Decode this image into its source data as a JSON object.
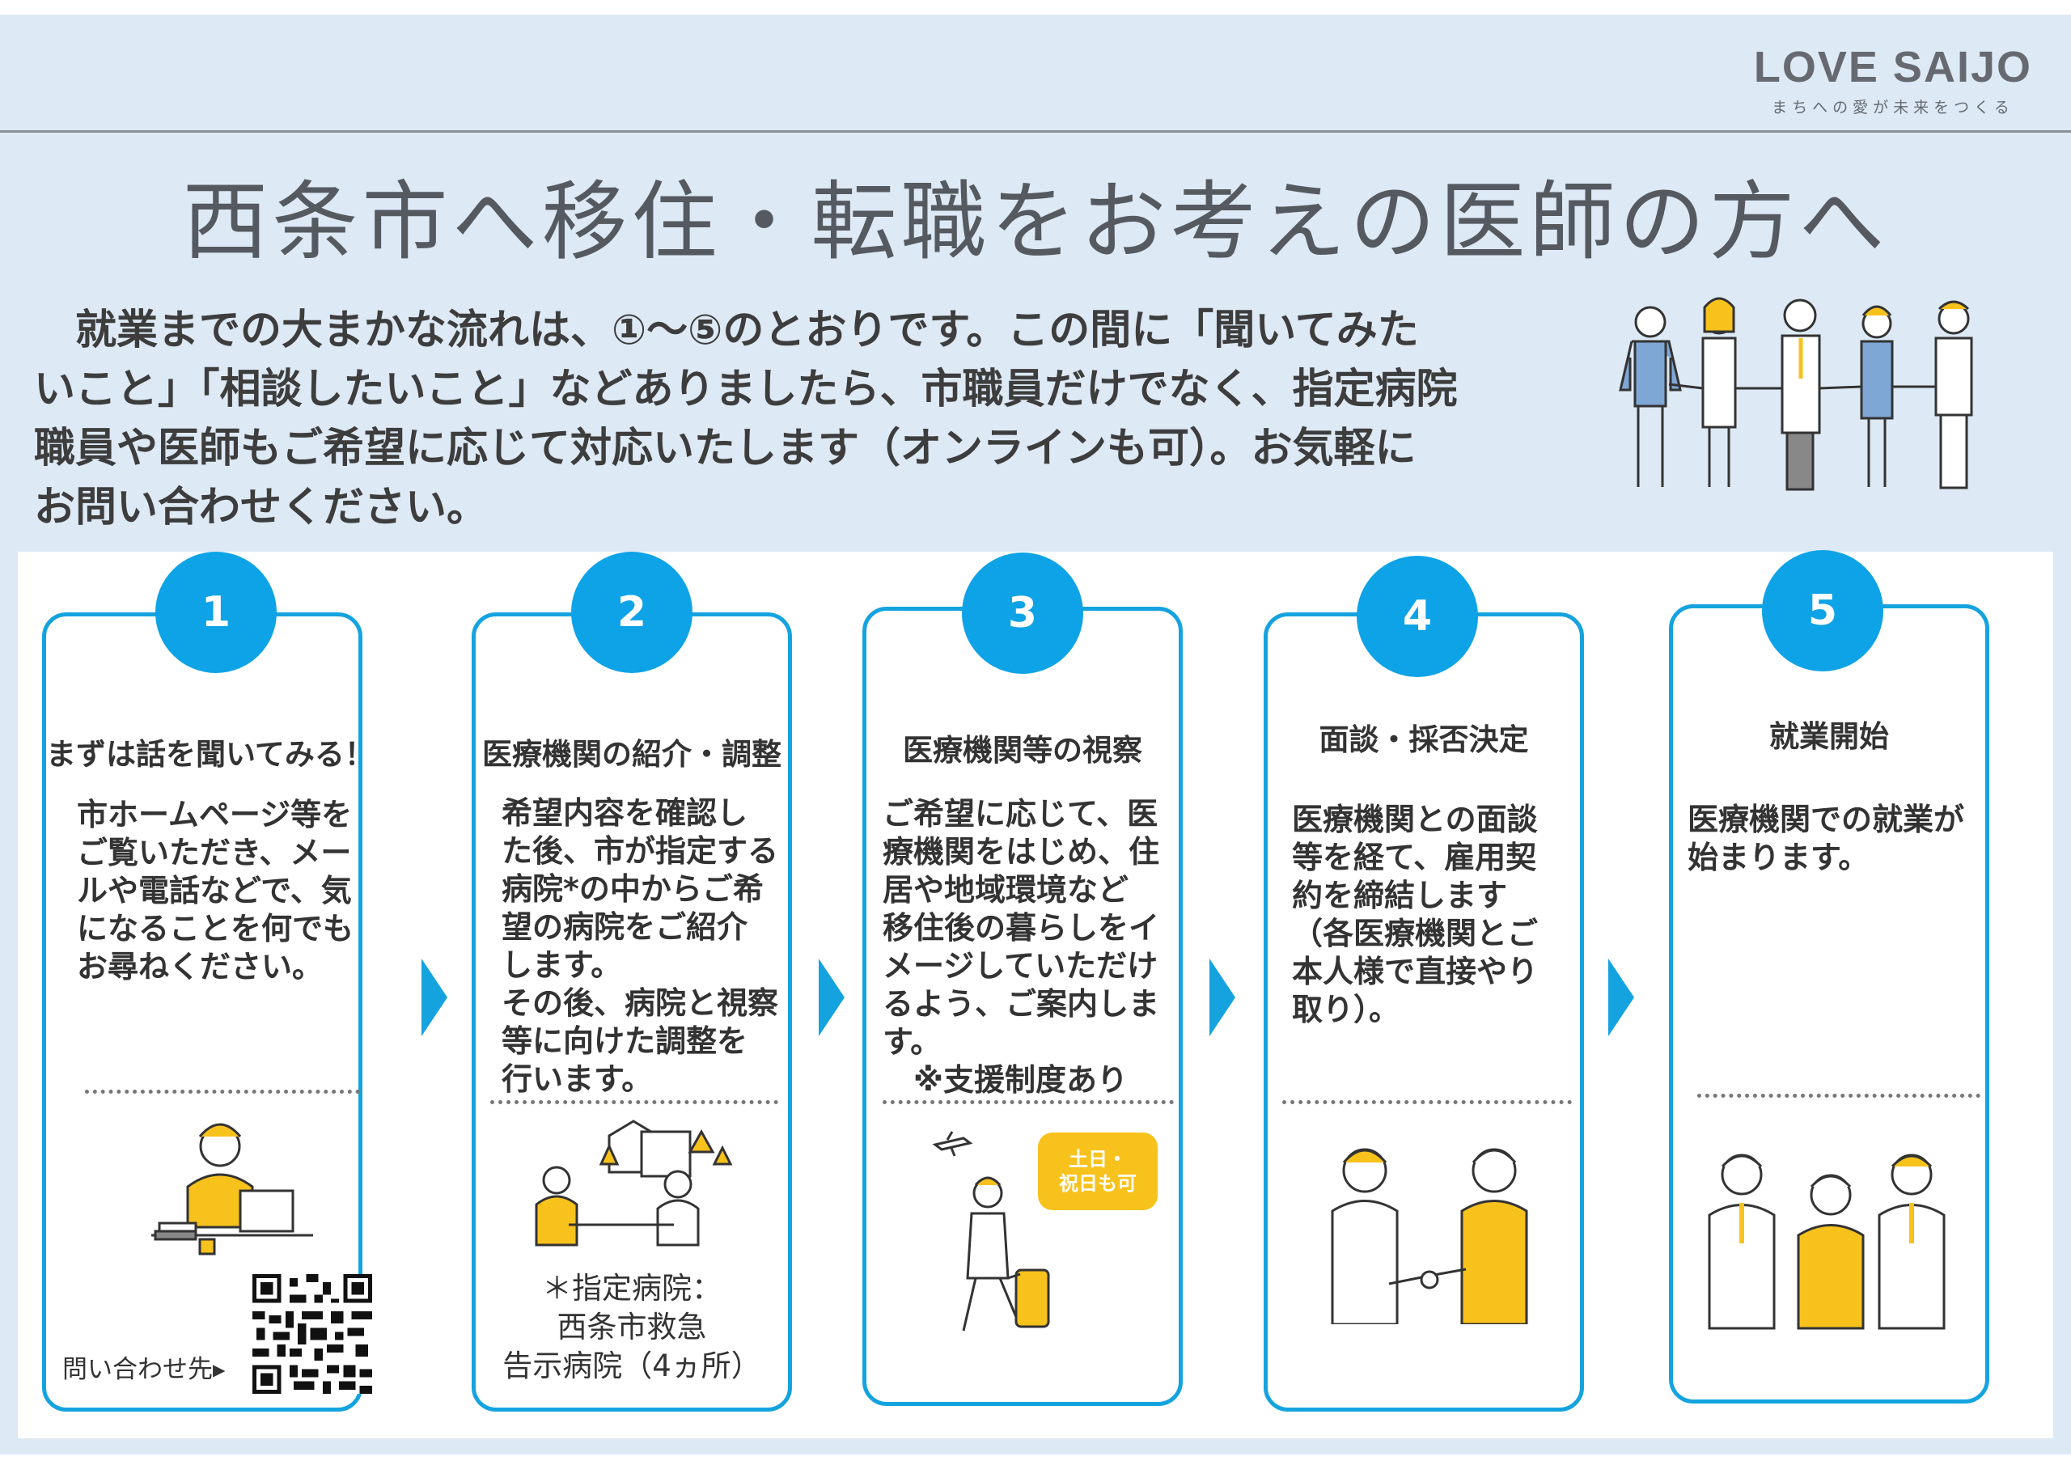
{
  "logo": {
    "main": "LOVE SAIJO",
    "sub": "まちへの愛が未来をつくる"
  },
  "title": "西条市へ移住・転職をお考えの医師の方へ",
  "intro": [
    "　就業までの大まかな流れは、①～⑤のとおりです。この間に「聞いてみた",
    "いこと」「相談したいこと」などありましたら、市職員だけでなく、指定病院",
    "職員や医師もご希望に応じて対応いたします（オンラインも可）。お気軽に",
    "お問い合わせください。"
  ],
  "steps": [
    {
      "number": "1",
      "title": "まずは話を聞いてみる！",
      "body": [
        "市ホームページ等を",
        "ご覧いただき、メー",
        "ルや電話などで、気",
        "になることを何でも",
        "お尋ねください。"
      ],
      "qr_label": "問い合わせ先▸"
    },
    {
      "number": "2",
      "title": "医療機関の紹介・調整",
      "body": [
        "希望内容を確認し",
        "た後、市が指定する",
        "病院*の中からご希",
        "望の病院をご紹介",
        "します。",
        "その後、病院と視察",
        "等に向けた調整を",
        "行います。"
      ],
      "note": [
        "＊指定病院：",
        "西条市救急",
        "告示病院（4ヵ所）"
      ]
    },
    {
      "number": "3",
      "title": "医療機関等の視察",
      "body": [
        "ご希望に応じて、医",
        "療機関をはじめ、住",
        "居や地域環境など",
        "移住後の暮らしをイ",
        "メージしていただけ",
        "るよう、ご案内しま",
        "す。",
        "　※支援制度あり"
      ],
      "tag": [
        "土日・",
        "祝日も可"
      ]
    },
    {
      "number": "4",
      "title": "面談・採否決定",
      "body": [
        "医療機関との面談",
        "等を経て、雇用契",
        "約を締結します",
        "（各医療機関とご",
        "本人様で直接やり",
        "取り）。"
      ]
    },
    {
      "number": "5",
      "title": "就業開始",
      "body": [
        "医療機関での就業が",
        "始まります。"
      ]
    }
  ],
  "colors": {
    "accent": "#14a3df",
    "badge": "#0ea3e6",
    "background": "#dde9f5",
    "yellow": "#f8c21c"
  }
}
